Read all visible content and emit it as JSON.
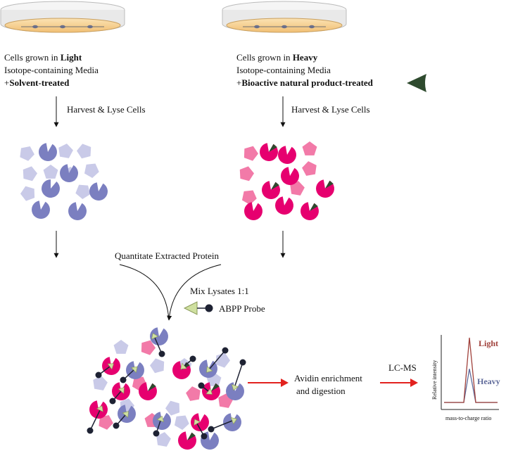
{
  "left_column": {
    "line1_prefix": "Cells grown in ",
    "line1_bold": "Light",
    "line2": "Isotope-containing Media",
    "line3_prefix": "+",
    "line3_bold": "Solvent-treated",
    "harvest": "Harvest & Lyse Cells"
  },
  "right_column": {
    "line1_prefix": "Cells grown in ",
    "line1_bold": "Heavy",
    "line2": "Isotope-containing Media",
    "line3_prefix": "+",
    "line3_bold": "Bioactive natural product-treated",
    "harvest": "Harvest & Lyse Cells"
  },
  "middle": {
    "quantitate": "Quantitate Extracted Protein",
    "mix": "Mix Lysates 1:1",
    "probe": "ABPP Probe"
  },
  "bottom": {
    "avidin_line1": "Avidin enrichment",
    "avidin_line2": "and digestion",
    "lcms": "LC-MS"
  },
  "spectrum": {
    "light_label": "Light",
    "heavy_label": "Heavy",
    "ylabel": "Relative intensity",
    "xlabel": "mass-to-charge ratio",
    "light_rel_height": 1.0,
    "heavy_rel_height": 0.52
  },
  "colors": {
    "light_protein": "#7b7fc0",
    "light_protein_pale": "#c9cae8",
    "heavy_protein": "#e6006f",
    "heavy_protein_pale": "#f27aa8",
    "inhibitor": "#2e4a2e",
    "probe_head": "#cfe0a0",
    "probe_ball": "#1e2233",
    "arrow_red": "#e2221e",
    "light_peak": "#a0413b",
    "heavy_peak": "#5f6a9a"
  }
}
